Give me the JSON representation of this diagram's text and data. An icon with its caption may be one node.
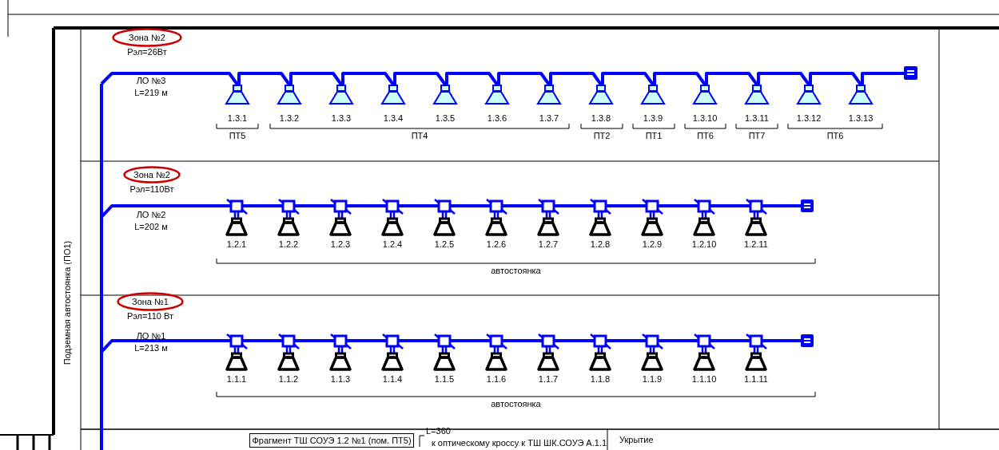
{
  "diagram": {
    "nodes": [
      {
        "text": [],
        "shape": "bar"
      },
      {
        "text": [
          "Зона №2"
        ],
        "beside": [
          "Рэл=26Вт"
        ]
      },
      {
        "text": [
          "1.3.1"
        ]
      },
      {
        "text": [
          "1.3.2"
        ]
      },
      {
        "text": [
          "1.3.3"
        ]
      },
      {
        "text": [
          "1.3.4"
        ]
      },
      {
        "text": [
          "1.3.5"
        ]
      },
      {
        "text": [
          "1.3.6"
        ]
      },
      {
        "text": [
          "1.3.7"
        ]
      },
      {
        "text": [
          "1.3.8"
        ]
      },
      {
        "text": [
          "1.3.9"
        ]
      },
      {
        "text": [
          "1.3.10"
        ]
      },
      {
        "text": [
          "1.3.11"
        ]
      },
      {
        "text": [
          "1.3.12"
        ]
      },
      {
        "text": [
          "1.3.13"
        ]
      },
      {
        "text": [],
        "shape": "box"
      },
      {
        "text": [
          "Зона №2"
        ],
        "beside": [
          "Рэл=110Вт"
        ]
      },
      {
        "text": [
          "1.2.1"
        ]
      },
      {
        "text": [
          "1.2.2"
        ]
      },
      {
        "text": [
          "1.2.3"
        ]
      },
      {
        "text": [
          "1.2.4"
        ]
      },
      {
        "text": [
          "1.2.5"
        ]
      },
      {
        "text": [
          "1.2.6"
        ]
      },
      {
        "text": [
          "1.2.7"
        ]
      },
      {
        "text": [
          "1.2.8"
        ]
      },
      {
        "text": [
          "1.2.9"
        ]
      },
      {
        "text": [
          "1.2.10"
        ]
      },
      {
        "text": [
          "1.2.11"
        ]
      },
      {
        "text": [],
        "shape": "box"
      },
      {
        "text": [
          "Зона №1"
        ],
        "beside": [
          "Рэл=110 Вт"
        ]
      },
      {
        "text": [
          "1.1.1"
        ]
      },
      {
        "text": [
          "1.1.2"
        ]
      },
      {
        "text": [
          "1.1.3"
        ]
      },
      {
        "text": [
          "1.1.4"
        ]
      },
      {
        "text": [
          "1.1.5"
        ]
      },
      {
        "text": [
          "1.1.6"
        ]
      },
      {
        "text": [
          "1.1.7"
        ]
      },
      {
        "text": [
          "1.1.8"
        ]
      },
      {
        "text": [
          "1.1.9"
        ]
      },
      {
        "text": [
          "1.1.10"
        ]
      },
      {
        "text": [
          "1.1.11"
        ]
      },
      {
        "text": [],
        "shape": "box"
      },
      {
        "text": [
          "Фрагмент ТШ СОУЭ 1.2 №1 (пом. ПТ5)"
        ]
      }
    ],
    "edges": [
      {
        "from": 0,
        "to": 2,
        "arrow": "none"
      },
      {
        "from": 2,
        "to": 3,
        "arrow": "none"
      },
      {
        "from": 3,
        "to": 4,
        "arrow": "none"
      },
      {
        "from": 4,
        "to": 5,
        "arrow": "none"
      },
      {
        "from": 5,
        "to": 6,
        "arrow": "none"
      },
      {
        "from": 6,
        "to": 7,
        "arrow": "none"
      },
      {
        "from": 7,
        "to": 8,
        "arrow": "none"
      },
      {
        "from": 8,
        "to": 9,
        "arrow": "none"
      },
      {
        "from": 9,
        "to": 10,
        "arrow": "none"
      },
      {
        "from": 10,
        "to": 11,
        "arrow": "none"
      },
      {
        "from": 11,
        "to": 12,
        "arrow": "none"
      },
      {
        "from": 12,
        "to": 13,
        "arrow": "none"
      },
      {
        "from": 13,
        "to": 14,
        "arrow": "none"
      },
      {
        "from": 14,
        "to": 15,
        "arrow": "none"
      },
      {
        "from": 0,
        "to": 17,
        "arrow": "none"
      },
      {
        "from": 17,
        "to": 18,
        "arrow": "none"
      },
      {
        "from": 18,
        "to": 19,
        "arrow": "none"
      },
      {
        "from": 19,
        "to": 20,
        "arrow": "none"
      },
      {
        "from": 20,
        "to": 21,
        "arrow": "none"
      },
      {
        "from": 21,
        "to": 22,
        "arrow": "none"
      },
      {
        "from": 22,
        "to": 23,
        "arrow": "none"
      },
      {
        "from": 23,
        "to": 24,
        "arrow": "none"
      },
      {
        "from": 24,
        "to": 25,
        "arrow": "none"
      },
      {
        "from": 25,
        "to": 26,
        "arrow": "none"
      },
      {
        "from": 26,
        "to": 27,
        "arrow": "none"
      },
      {
        "from": 27,
        "to": 28,
        "arrow": "none"
      },
      {
        "from": 0,
        "to": 30,
        "arrow": "none"
      },
      {
        "from": 30,
        "to": 31,
        "arrow": "none"
      },
      {
        "from": 31,
        "to": 32,
        "arrow": "none"
      },
      {
        "from": 32,
        "to": 33,
        "arrow": "none"
      },
      {
        "from": 33,
        "to": 34,
        "arrow": "none"
      },
      {
        "from": 34,
        "to": 35,
        "arrow": "none"
      },
      {
        "from": 35,
        "to": 36,
        "arrow": "none"
      },
      {
        "from": 36,
        "to": 37,
        "arrow": "none"
      },
      {
        "from": 37,
        "to": 38,
        "arrow": "none"
      },
      {
        "from": 38,
        "to": 39,
        "arrow": "none"
      },
      {
        "from": 39,
        "to": 40,
        "arrow": "none"
      },
      {
        "from": 40,
        "to": 41,
        "arrow": "none"
      }
    ],
    "labels": [
      "ЛО №3 L=219 м",
      "ПТ5",
      "ПТ4",
      "ПТ2",
      "ПТ1",
      "ПТ6",
      "ПТ7",
      "ПТ6",
      "ЛО №2 L=202 м",
      "автостоянка",
      "ЛО №1 L=213 м",
      "автостоянка",
      "Подземная автостоянка (ПО1)",
      "L=360",
      "к оптическому кроссу к ТШ ШК.СОУЭ А.1.1",
      "Укрытие"
    ]
  }
}
